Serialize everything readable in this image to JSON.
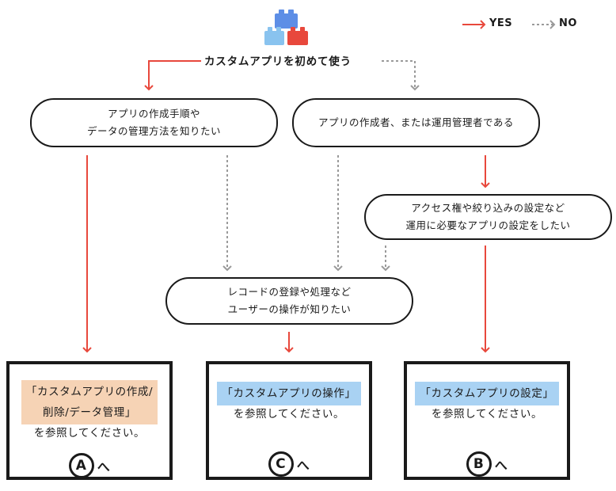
{
  "colors": {
    "yes": "#e8483c",
    "no": "#9a9a9a",
    "orange_highlight": "#f6d3b5",
    "blue_highlight": "#a9d2f3"
  },
  "legend": {
    "yes": "YES",
    "no": "NO"
  },
  "start": {
    "label": "カスタムアプリを初めて使う",
    "icon": "lego-blocks-icon"
  },
  "q_left": {
    "line1": "アプリの作成手順や",
    "line2": "データの管理方法を知りたい"
  },
  "q_right": {
    "line1": "アプリの作成者、または運用管理者である"
  },
  "q_settings": {
    "line1": "アクセス権や絞り込みの設定など",
    "line2": "運用に必要なアプリの設定をしたい"
  },
  "q_records": {
    "line1": "レコードの登録や処理など",
    "line2": "ユーザーの操作が知りたい"
  },
  "result_a": {
    "line1": "「カスタムアプリの作成/",
    "line2": "削除/データ管理」",
    "suffix": "を参照してください。",
    "badge": "A",
    "caret": "へ"
  },
  "result_c": {
    "line1": "「カスタムアプリの操作」",
    "suffix": "を参照してください。",
    "badge": "C",
    "caret": "へ"
  },
  "result_b": {
    "line1": "「カスタムアプリの設定」",
    "suffix": "を参照してください。",
    "badge": "B",
    "caret": "へ"
  }
}
